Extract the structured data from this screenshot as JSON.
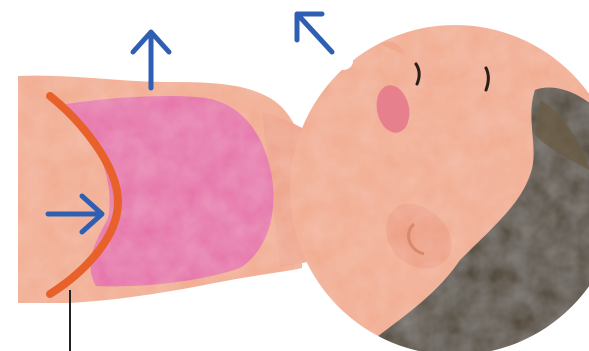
{
  "illustration": {
    "subject": "person-lying-supine-breathing",
    "colors": {
      "background": "#ffffff",
      "skin": "#f2aa8e",
      "skin_shadow": "#e99477",
      "lung": "#e66fa9",
      "diaphragm": "#e8612a",
      "arrow": "#2f5fb3",
      "hair": "#4d4232",
      "hair_light": "#6a5a42",
      "cheek": "#e36f88",
      "eye": "#2a1e1a",
      "label_line": "#222222"
    },
    "arrows": [
      {
        "name": "chest-up-arrow",
        "direction": "up"
      },
      {
        "name": "mouth-exhale-arrow",
        "direction": "up-left"
      },
      {
        "name": "diaphragm-push-arrow",
        "direction": "right"
      }
    ]
  }
}
